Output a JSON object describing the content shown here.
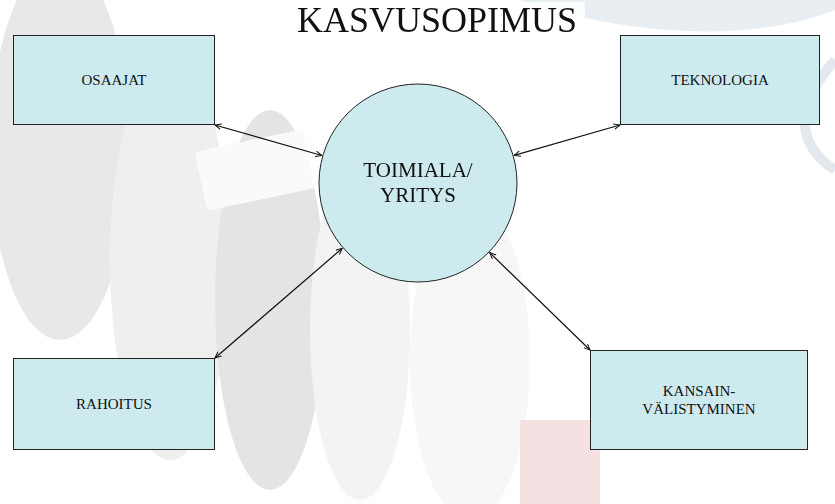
{
  "diagram": {
    "title": "KASVUSOPIMUS",
    "nodes": [
      {
        "text": [
          "OSAAJAT"
        ]
      },
      {
        "text": [
          "TEKNOLOGIA"
        ]
      },
      {
        "text": [
          "TOIMIALA/ YRITYS"
        ]
      },
      {
        "text": [
          "RAHOITUS"
        ]
      },
      {
        "text": [
          "KANSAIN- VÄLISTYMINEN"
        ]
      }
    ],
    "edges": [
      {
        "from": 0,
        "to": 2,
        "arrow": "both"
      },
      {
        "from": 1,
        "to": 2,
        "arrow": "both"
      },
      {
        "from": 3,
        "to": 2,
        "arrow": "both"
      },
      {
        "from": 4,
        "to": 2,
        "arrow": "both"
      }
    ]
  }
}
